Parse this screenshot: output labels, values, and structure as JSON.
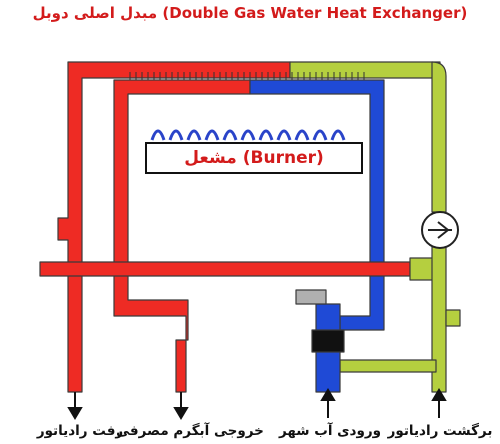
{
  "title": "مبدل اصلی دوبل (Double Gas Water Heat Exchanger)",
  "burner_label": "مشعل (Burner)",
  "labels": {
    "radiator_supply": "رفت رادیاتور",
    "hot_water_outlet": "خروجی آبگرم مصرفی",
    "city_water_inlet": "ورودی آب شهر",
    "radiator_return": "برگشت رادیاتور"
  },
  "colors": {
    "hot_pipe": "#ee2b24",
    "cold_pipe": "#1f4ad6",
    "return_pipe": "#b5cf3f",
    "pipe_outline": "#3a3a3a",
    "title_text": "#d31b1b",
    "flame": "#2a44c9"
  }
}
